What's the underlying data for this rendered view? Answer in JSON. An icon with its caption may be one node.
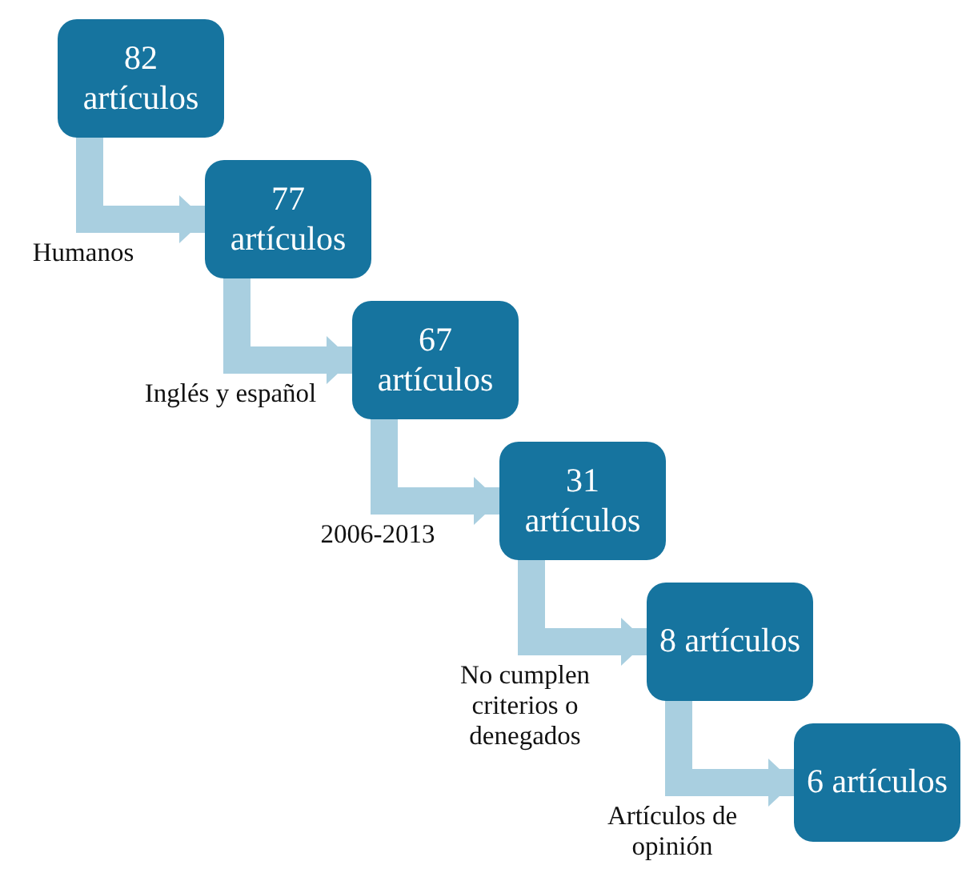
{
  "diagram": {
    "nodes": [
      {
        "text": [
          "82 artículos"
        ]
      },
      {
        "text": [
          "77 artículos"
        ]
      },
      {
        "text": [
          "67 artículos"
        ]
      },
      {
        "text": [
          "31 artículos"
        ]
      },
      {
        "text": [
          "8 artículos"
        ]
      },
      {
        "text": [
          "6 artículos"
        ]
      }
    ],
    "edges": [
      {
        "from": 0,
        "to": 1,
        "arrow": "to",
        "label": "Humanos"
      },
      {
        "from": 1,
        "to": 2,
        "arrow": "to",
        "label": "Inglés y español"
      },
      {
        "from": 2,
        "to": 3,
        "arrow": "to",
        "label": "2006-2013"
      },
      {
        "from": 3,
        "to": 4,
        "arrow": "to",
        "label": "No cumplen criterios o denegados"
      },
      {
        "from": 4,
        "to": 5,
        "arrow": "to",
        "label": "Artículos de opinión"
      }
    ]
  }
}
